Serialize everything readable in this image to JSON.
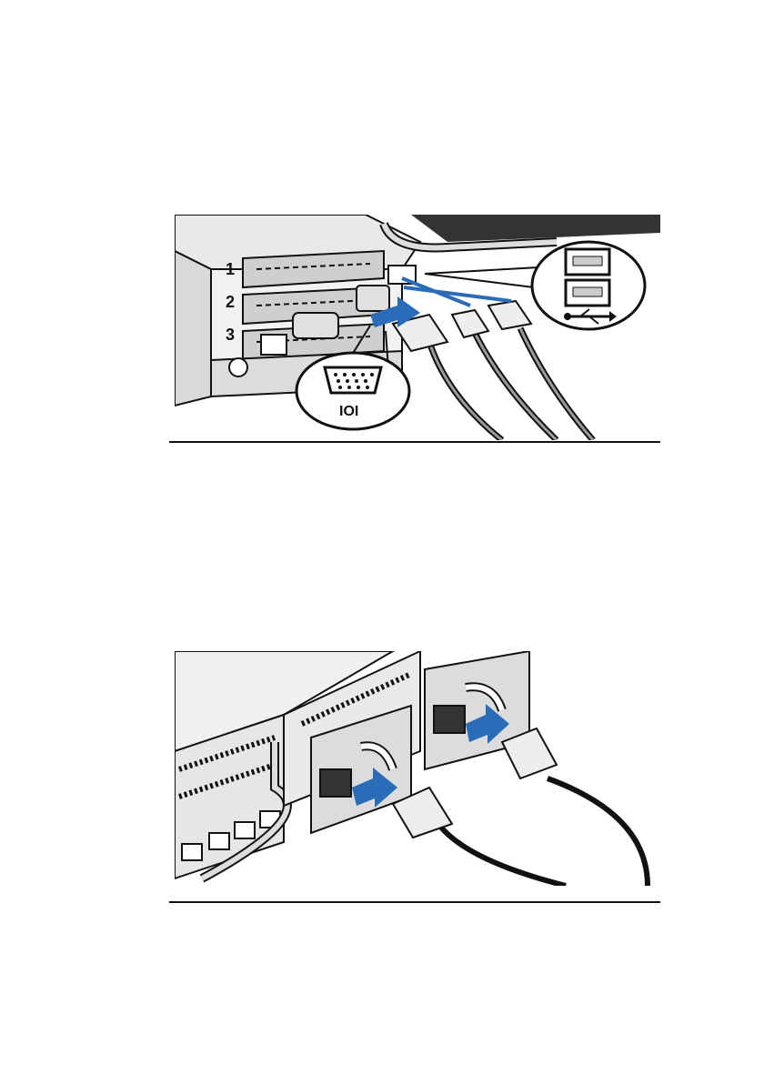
{
  "figure1": {
    "slot_labels": [
      "1",
      "2",
      "3"
    ],
    "vga_label": "IOI",
    "colors": {
      "arrow": "#2a6cb7",
      "line": "#111111",
      "panel": "#e6e6e6"
    },
    "icons": [
      "usb-port-icon",
      "usb-symbol-icon",
      "vga-port-icon"
    ]
  },
  "figure2": {
    "colors": {
      "arrow": "#2a6cb7",
      "line": "#111111",
      "panel": "#e6e6e6"
    },
    "icons": [
      "power-cable-icon",
      "ethernet-port-icon"
    ]
  }
}
